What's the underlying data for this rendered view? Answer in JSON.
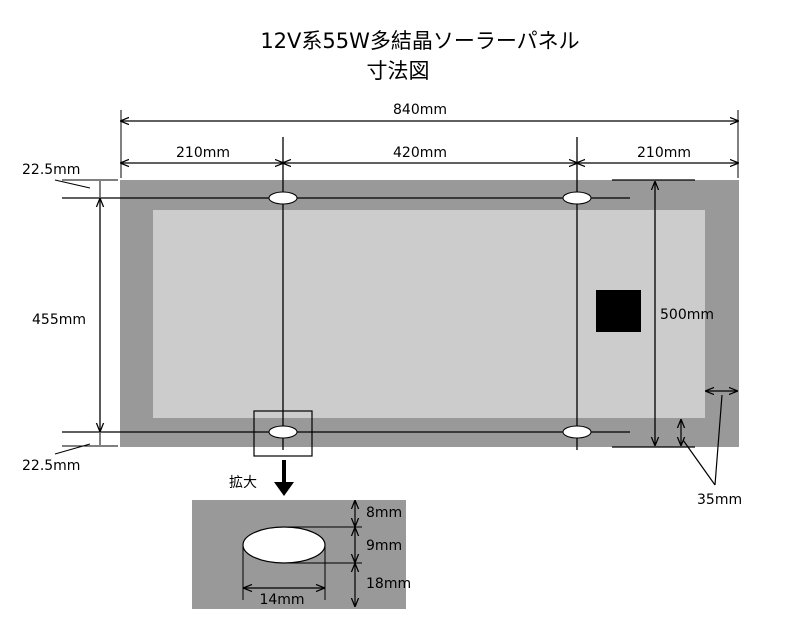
{
  "title": {
    "line1": "12V系55W多結晶ソーラーパネル",
    "line2": "寸法図"
  },
  "dimensions": {
    "total_width": "840mm",
    "left_to_hole": "210mm",
    "hole_spacing": "420mm",
    "hole_to_right": "210mm",
    "top_margin": "22.5mm",
    "hole_vertical_spacing": "455mm",
    "bottom_margin": "22.5mm",
    "panel_height": "500mm",
    "frame_width": "35mm"
  },
  "detail": {
    "callout_label": "拡大",
    "top_offset": "8mm",
    "hole_height": "9mm",
    "bottom_offset": "18mm",
    "hole_width": "14mm"
  },
  "colors": {
    "frame": "#999999",
    "cell_area": "#cccccc",
    "junction_box": "#000000",
    "hole": "#ffffff"
  }
}
